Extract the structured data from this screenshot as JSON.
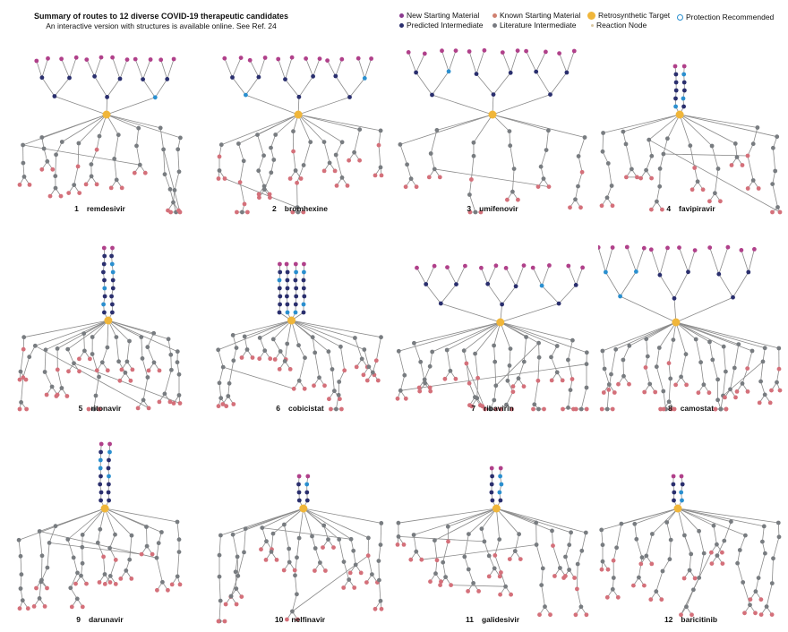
{
  "header": {
    "title": "Summary of routes to 12 diverse COVID-19 therapeutic candidates",
    "subtitle": "An interactive version with structures is available online. See Ref. 24"
  },
  "legend": [
    {
      "label": "New Starting Material",
      "color": "#8b3a8f",
      "kind": "dot"
    },
    {
      "label": "Known Starting Material",
      "color": "#d08070",
      "kind": "dot"
    },
    {
      "label": "Retrosynthetic Target",
      "color": "#f0b63a",
      "kind": "big"
    },
    {
      "label": "Protection Recommended",
      "color": "#2a8fcf",
      "kind": "ring"
    },
    {
      "label": "Predicted Intermediate",
      "color": "#2a2f6e",
      "kind": "dot"
    },
    {
      "label": "Literature Intermediate",
      "color": "#777a80",
      "kind": "dot"
    },
    {
      "label": "Reaction Node",
      "color": "#d9c6a0",
      "kind": "small"
    }
  ],
  "colors": {
    "edge": "#8a8a8a",
    "target": "#f0b63a",
    "known": "#d4707a",
    "lit": "#787c80",
    "newsm": "#b0408a",
    "pred": "#2a2f6e",
    "prot": "#2a8fcf"
  },
  "panels": [
    {
      "num": "1",
      "name": "remdesivir"
    },
    {
      "num": "2",
      "name": "bromhexine"
    },
    {
      "num": "3",
      "name": "umifenovir"
    },
    {
      "num": "4",
      "name": "favipiravir"
    },
    {
      "num": "5",
      "name": "ritonavir"
    },
    {
      "num": "6",
      "name": "cobicistat"
    },
    {
      "num": "7",
      "name": "ribavirin"
    },
    {
      "num": "8",
      "name": "camostat"
    },
    {
      "num": "9",
      "name": "darunavir"
    },
    {
      "num": "10",
      "name": "nelfinavir"
    },
    {
      "num": "11",
      "name": "galidesivir"
    },
    {
      "num": "12",
      "name": "baricitinib"
    }
  ]
}
